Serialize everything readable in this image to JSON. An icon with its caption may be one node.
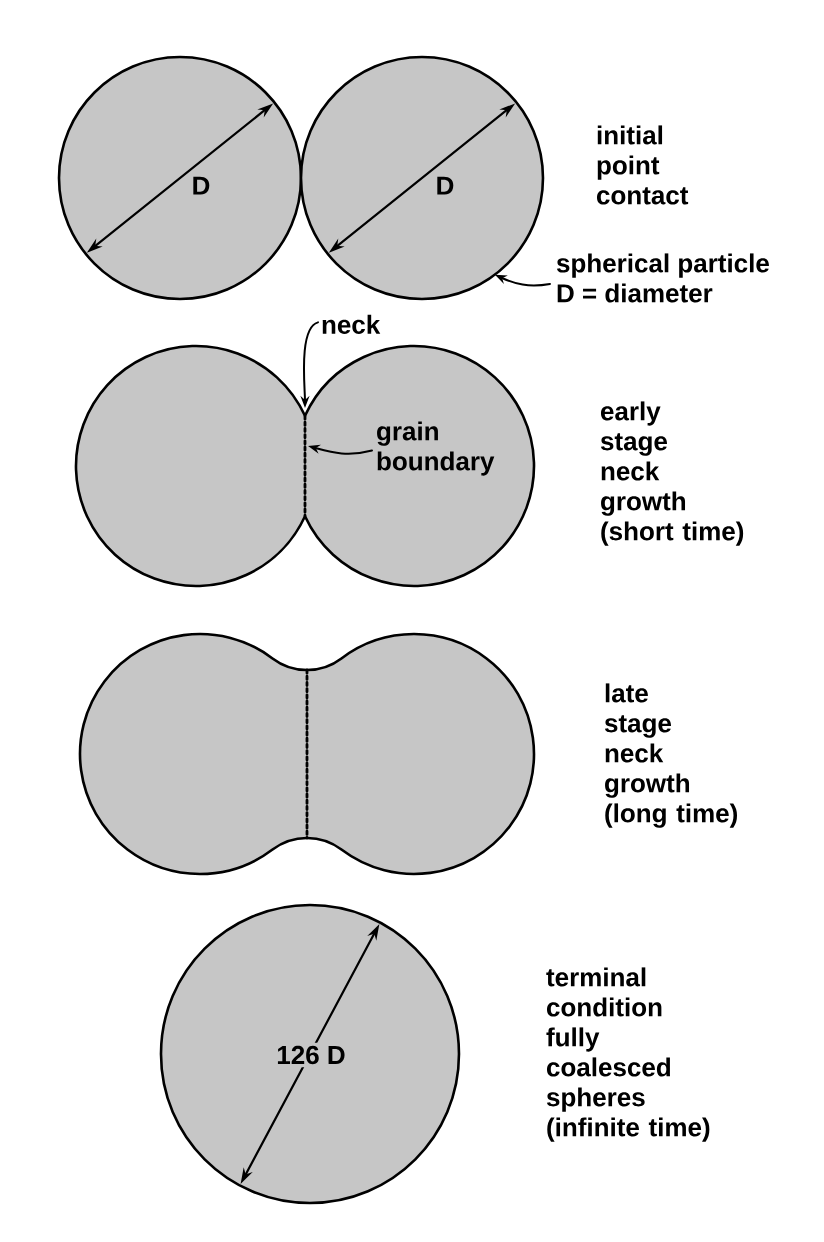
{
  "diagram": {
    "nodes": [
      {
        "text": [],
        "shape": "circle"
      },
      {
        "text": [],
        "shape": "circle",
        "beside": [
          "initial point contact"
        ]
      },
      {
        "text": [
          "spherical particle",
          "D = diameter"
        ]
      },
      {
        "text": [
          "neck"
        ]
      },
      {
        "text": [],
        "shape": "blob",
        "beside": [
          "early stage neck growth (short time)"
        ]
      },
      {
        "text": [],
        "shape": "line",
        "in": 4
      },
      {
        "text": [
          "grain boundary"
        ],
        "in": 4
      },
      {
        "text": [],
        "shape": "blob",
        "beside": [
          "late stage neck growth (long time)"
        ]
      },
      {
        "text": [],
        "shape": "line",
        "in": 7
      },
      {
        "text": [],
        "shape": "circle",
        "beside": [
          "terminal condition fully coalesced spheres (infinite time)"
        ]
      }
    ],
    "edges": [
      {
        "from": 2,
        "to": 1,
        "arrow": "to"
      },
      {
        "from": 3,
        "to": 4,
        "arrow": "to"
      },
      {
        "from": 6,
        "to": 5,
        "arrow": "to"
      }
    ],
    "labels": [
      "D",
      "D",
      "126 D"
    ]
  }
}
